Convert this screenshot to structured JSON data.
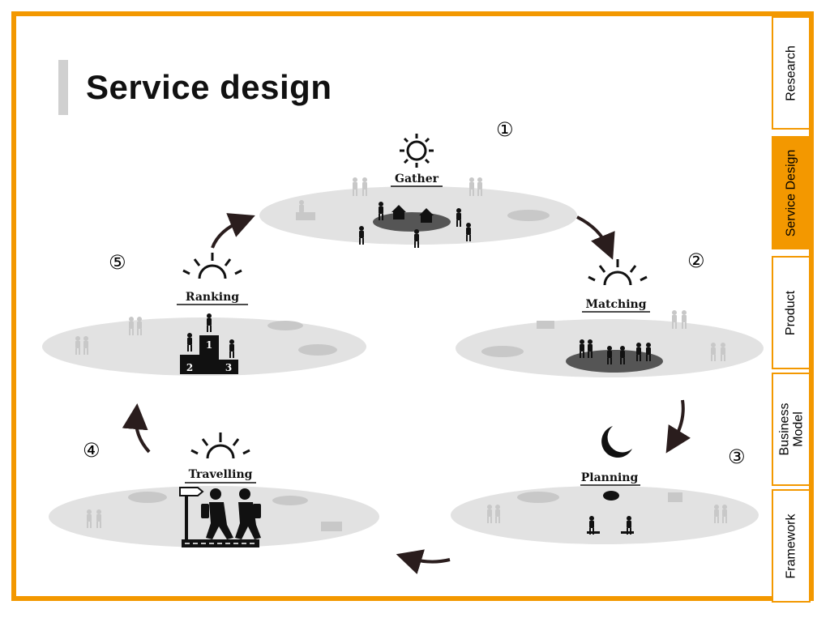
{
  "page": {
    "title": "Service design"
  },
  "tabs": [
    {
      "label": "Research",
      "active": false
    },
    {
      "label": "Service Design",
      "active": true
    },
    {
      "label": "Product",
      "active": false
    },
    {
      "label": "Business\nModel",
      "active": false
    },
    {
      "label": "Framework",
      "active": false
    }
  ],
  "steps": {
    "s1": "①",
    "s2": "②",
    "s3": "③",
    "s4": "④",
    "s5": "⑤"
  },
  "stages": {
    "gather": "Gather",
    "matching": "Matching",
    "planning": "Planning",
    "travelling": "Travelling",
    "ranking": "Ranking"
  },
  "podium": {
    "first": "1",
    "second": "2",
    "third": "3"
  },
  "colors": {
    "accent": "#f39800",
    "platform": "#e0e0e0",
    "spot": "#555555"
  }
}
